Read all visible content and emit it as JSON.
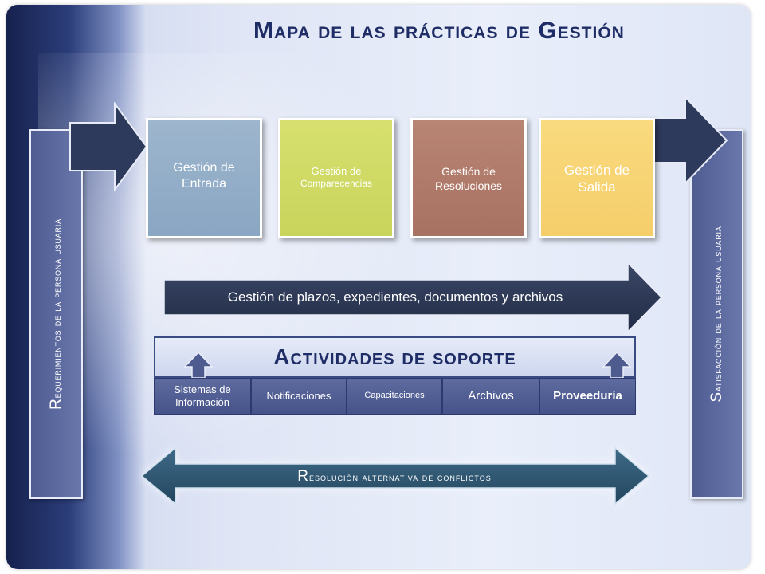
{
  "title": {
    "first_letter": "M",
    "rest": "apa de las prácticas de ",
    "second_letter": "G",
    "rest2": "estión"
  },
  "left_band": {
    "first_letter": "R",
    "rest": "equerimientos de la persona usuaria"
  },
  "right_band": {
    "first_letter": "S",
    "rest": "atisfacción de la persona usuaria"
  },
  "process_boxes": [
    {
      "line1": "Gestión de",
      "line2": "Entrada",
      "color": "#9db6ce"
    },
    {
      "line1": "Gestión de",
      "line2": "Comparecencias",
      "color": "#d7e06e"
    },
    {
      "line1": "Gestión de",
      "line2": "Resoluciones",
      "color": "#b88474"
    },
    {
      "line1": "Gestión de",
      "line2": "Salida",
      "color": "#f9da7e"
    }
  ],
  "plazos_arrow": {
    "label": "Gestión de plazos, expedientes, documentos y archivos"
  },
  "soporte": {
    "first_letter": "A",
    "rest": "ctividades de soporte",
    "items": [
      {
        "line1": "Sistemas de",
        "line2": "Información"
      },
      {
        "line1": "Notificaciones",
        "line2": ""
      },
      {
        "line1": "Capacitaciones",
        "line2": ""
      },
      {
        "line1": "Archivos",
        "line2": ""
      },
      {
        "line1": "Proveeduría",
        "line2": ""
      }
    ]
  },
  "conflictos_arrow": {
    "first_letter": "R",
    "rest": "esolución alternativa de conflictos"
  },
  "colors": {
    "title": "#1f2d66",
    "band": "#4f5c92",
    "arrow_dark": "#2e3a5c",
    "arrow_teal": "#2f5570"
  }
}
